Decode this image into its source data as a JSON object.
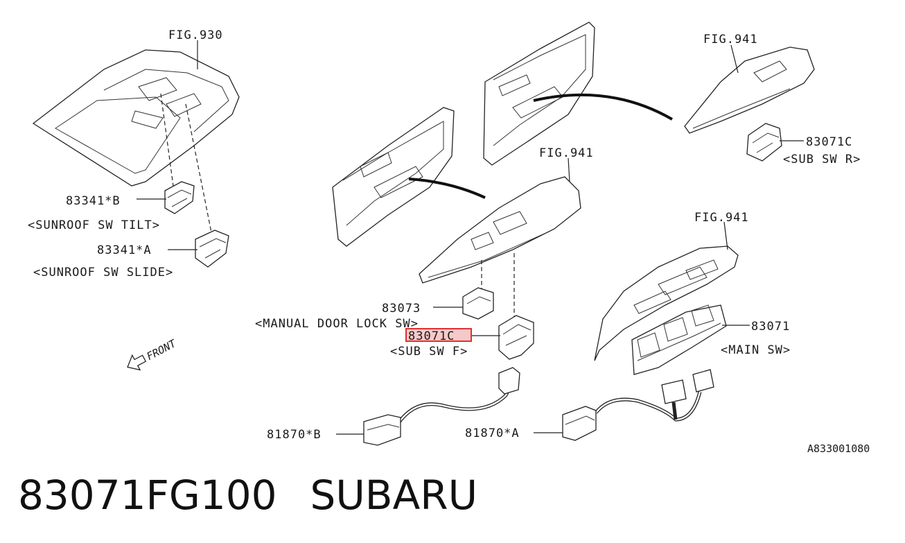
{
  "labels": {
    "fig930": "FIG.930",
    "fig941_right": "FIG.941",
    "fig941_center": "FIG.941",
    "fig941_main": "FIG.941",
    "p83341b": "83341*B",
    "sunroof_tilt": "<SUNROOF SW TILT>",
    "p83341a": "83341*A",
    "sunroof_slide": "<SUNROOF SW SLIDE>",
    "p83073": "83073",
    "manual_door_lock": "<MANUAL DOOR LOCK SW>",
    "p83071c_f": "83071C",
    "sub_sw_f": "<SUB SW F>",
    "p83071c_r": "83071C",
    "sub_sw_r": "<SUB SW R>",
    "p83071": "83071",
    "main_sw": "<MAIN SW>",
    "p81870b": "81870*B",
    "p81870a": "81870*A",
    "front": "FRONT",
    "diagram_code": "A833001080"
  },
  "caption": {
    "part_number": "83071FG100",
    "brand": "SUBARU"
  },
  "colors": {
    "highlight": "#e03030",
    "highlight_fill": "#f6c9c9"
  }
}
